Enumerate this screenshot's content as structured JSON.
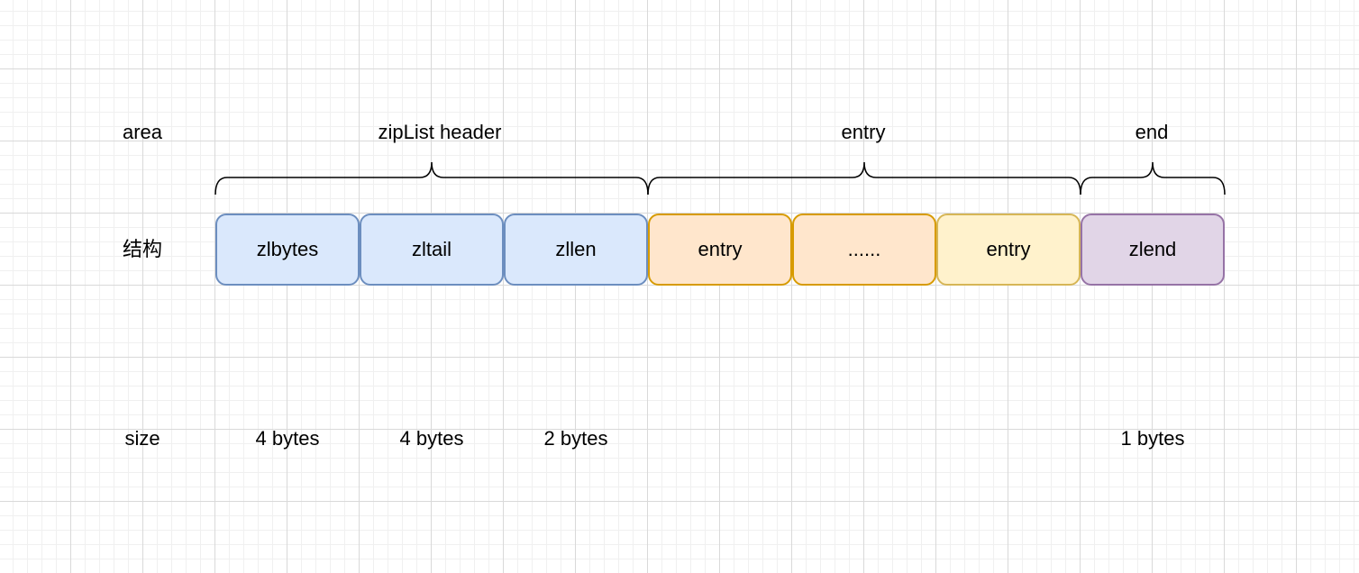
{
  "rows": {
    "area": "area",
    "structure": "结构",
    "size": "size"
  },
  "areas": {
    "header": "zipList header",
    "entry": "entry",
    "end": "end"
  },
  "fields": [
    {
      "label": "zlbytes",
      "size": "4 bytes",
      "color": "#dae8fc"
    },
    {
      "label": "zltail",
      "size": "4 bytes",
      "color": "#dae8fc"
    },
    {
      "label": "zllen",
      "size": "2 bytes",
      "color": "#dae8fc"
    },
    {
      "label": "entry",
      "size": "",
      "color": "#ffe6cc"
    },
    {
      "label": "......",
      "size": "",
      "color": "#ffe6cc"
    },
    {
      "label": "entry",
      "size": "",
      "color": "#fff2cc"
    },
    {
      "label": "zlend",
      "size": "1 bytes",
      "color": "#e1d5e7"
    }
  ]
}
